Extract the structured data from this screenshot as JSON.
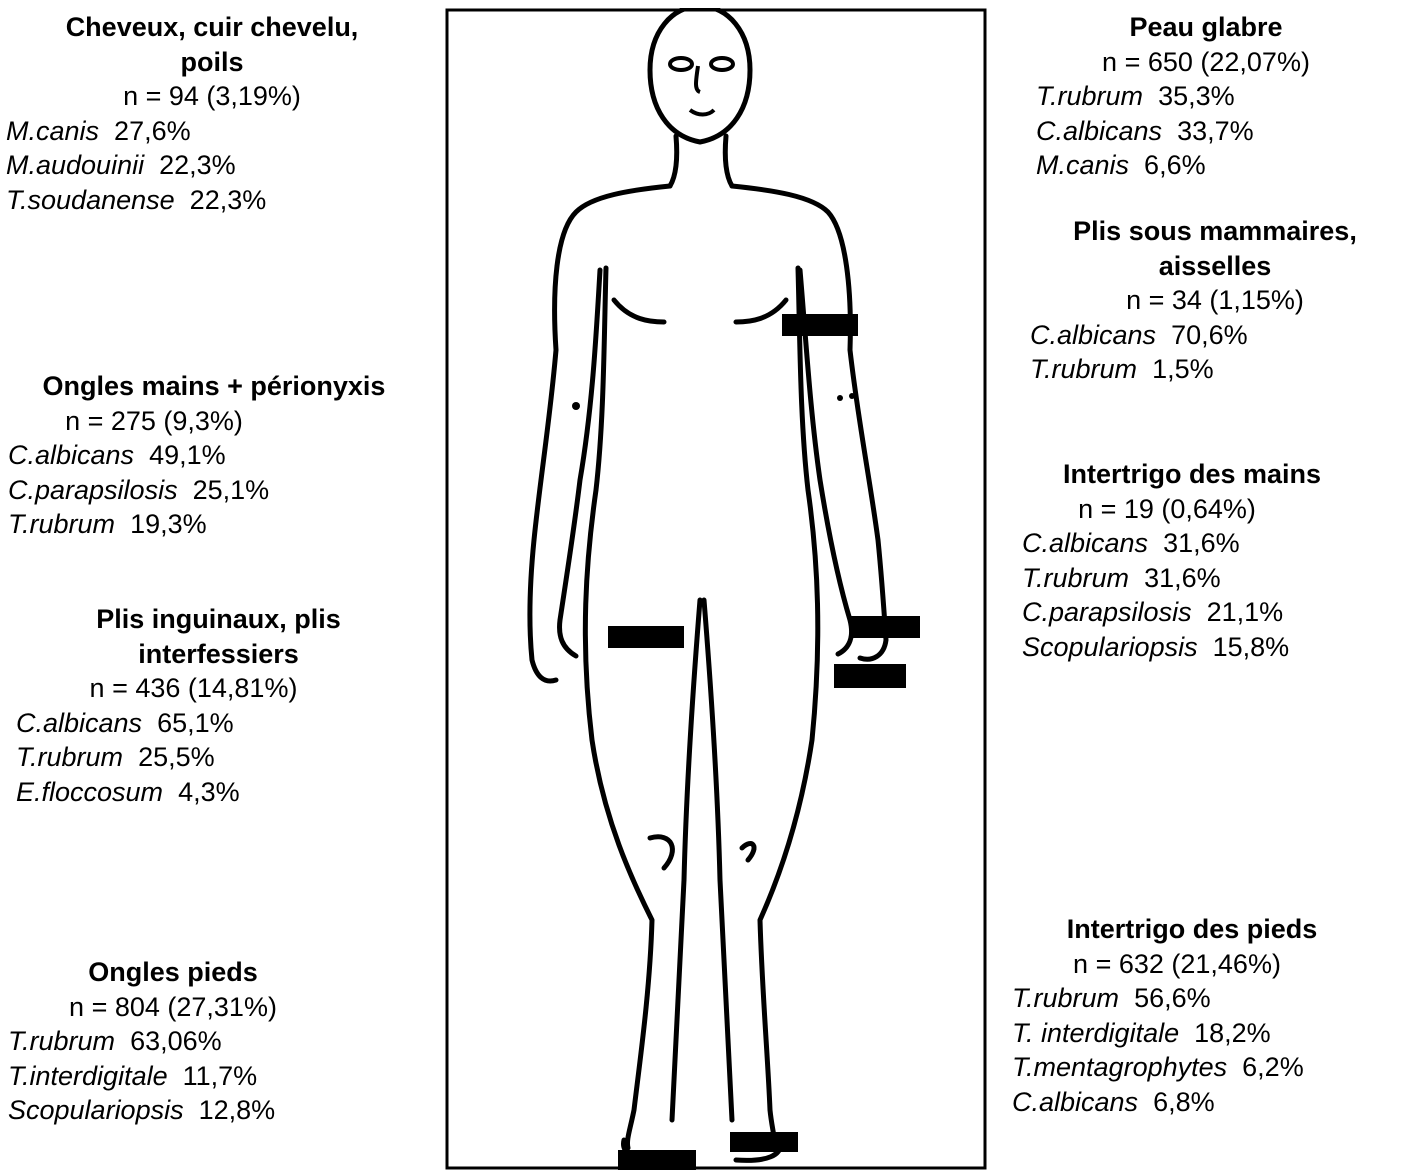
{
  "regions": {
    "scalp": {
      "title": [
        "Cheveux, cuir chevelu,",
        "poils"
      ],
      "n": "n = 94 (3,19%)",
      "species": [
        {
          "name": "M.canis",
          "pct": "27,6%"
        },
        {
          "name": "M.audouinii",
          "pct": "22,3%"
        },
        {
          "name": "T.soudanense",
          "pct": "22,3%"
        }
      ]
    },
    "fingernails": {
      "title": [
        "Ongles mains + périonyxis"
      ],
      "n": "n = 275 (9,3%)",
      "species": [
        {
          "name": "C.albicans",
          "pct": "49,1%"
        },
        {
          "name": "C.parapsilosis",
          "pct": "25,1%"
        },
        {
          "name": "T.rubrum",
          "pct": "19,3%"
        }
      ]
    },
    "groin": {
      "title": [
        "Plis inguinaux, plis",
        "interfessiers"
      ],
      "n": "n = 436 (14,81%)",
      "species": [
        {
          "name": "C.albicans",
          "pct": "65,1%"
        },
        {
          "name": "T.rubrum",
          "pct": "25,5%"
        },
        {
          "name": "E.floccosum",
          "pct": "4,3%"
        }
      ]
    },
    "toenails": {
      "title": [
        "Ongles pieds"
      ],
      "n": "n = 804 (27,31%)",
      "species": [
        {
          "name": "T.rubrum",
          "pct": "63,06%"
        },
        {
          "name": "T.interdigitale",
          "pct": "11,7%"
        },
        {
          "name": "Scopulariopsis",
          "pct": "12,8%"
        }
      ]
    },
    "glabrous_skin": {
      "title": [
        "Peau glabre"
      ],
      "n": "n = 650 (22,07%)",
      "species": [
        {
          "name": "T.rubrum",
          "pct": "35,3%"
        },
        {
          "name": "C.albicans",
          "pct": "33,7%"
        },
        {
          "name": "M.canis",
          "pct": "6,6%"
        }
      ]
    },
    "submammary": {
      "title": [
        "Plis sous mammaires,",
        "aisselles"
      ],
      "n": "n = 34 (1,15%)",
      "species": [
        {
          "name": "C.albicans",
          "pct": "70,6%"
        },
        {
          "name": "T.rubrum",
          "pct": "1,5%"
        }
      ]
    },
    "hand_intertrigo": {
      "title": [
        "Intertrigo des mains"
      ],
      "n": "n = 19 (0,64%)",
      "species": [
        {
          "name": "C.albicans",
          "pct": "31,6%"
        },
        {
          "name": "T.rubrum",
          "pct": "31,6%"
        },
        {
          "name": "C.parapsilosis",
          "pct": "21,1%"
        },
        {
          "name": "Scopulariopsis",
          "pct": "15,8%"
        }
      ]
    },
    "foot_intertrigo": {
      "title": [
        "Intertrigo des pieds"
      ],
      "n": "n = 632 (21,46%)",
      "species": [
        {
          "name": "T.rubrum",
          "pct": "56,6%"
        },
        {
          "name": "T. interdigitale",
          "pct": "18,2%"
        },
        {
          "name": "T.mentagrophytes",
          "pct": "6,2%"
        },
        {
          "name": "C.albicans",
          "pct": "6,8%"
        }
      ]
    }
  }
}
